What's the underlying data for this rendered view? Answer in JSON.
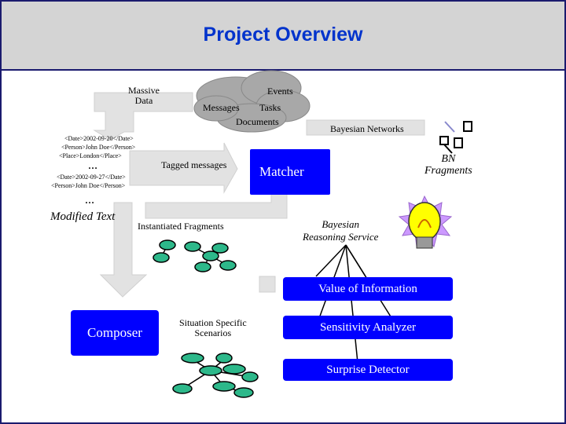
{
  "title": "Project Overview",
  "inputs": {
    "massive_data": "Massive\nData",
    "events": "Events",
    "messages": "Messages",
    "tasks": "Tasks",
    "documents": "Documents"
  },
  "text_sample": {
    "line1": "<Date>2002-09-20</Date>",
    "line2": "<Person>John Doe</Person>",
    "line3": "<Place>London</Place>",
    "ellipsis1": "…",
    "line4": "<Date>2002-09-27</Date>",
    "line5": "<Person>John Doe</Person>",
    "ellipsis2": "…"
  },
  "labels": {
    "modified_text": "Modified Text",
    "tagged_messages": "Tagged messages",
    "bayesian_networks": "Bayesian Networks",
    "matcher": "Matcher",
    "bn_fragments": "BN\nFragments",
    "instantiated_fragments": "Instantiated Fragments",
    "bayesian_reasoning": "Bayesian\nReasoning Service",
    "composer": "Composer",
    "situation_scenarios": "Situation Specific\nScenarios"
  },
  "services": {
    "value_of_information": "Value of Information",
    "sensitivity_analyzer": "Sensitivity Analyzer",
    "surprise_detector": "Surprise Detector"
  },
  "colors": {
    "title": "#0033cc",
    "box": "#0000ff",
    "arrow": "#e2e2e2",
    "node": "#2db88a"
  }
}
